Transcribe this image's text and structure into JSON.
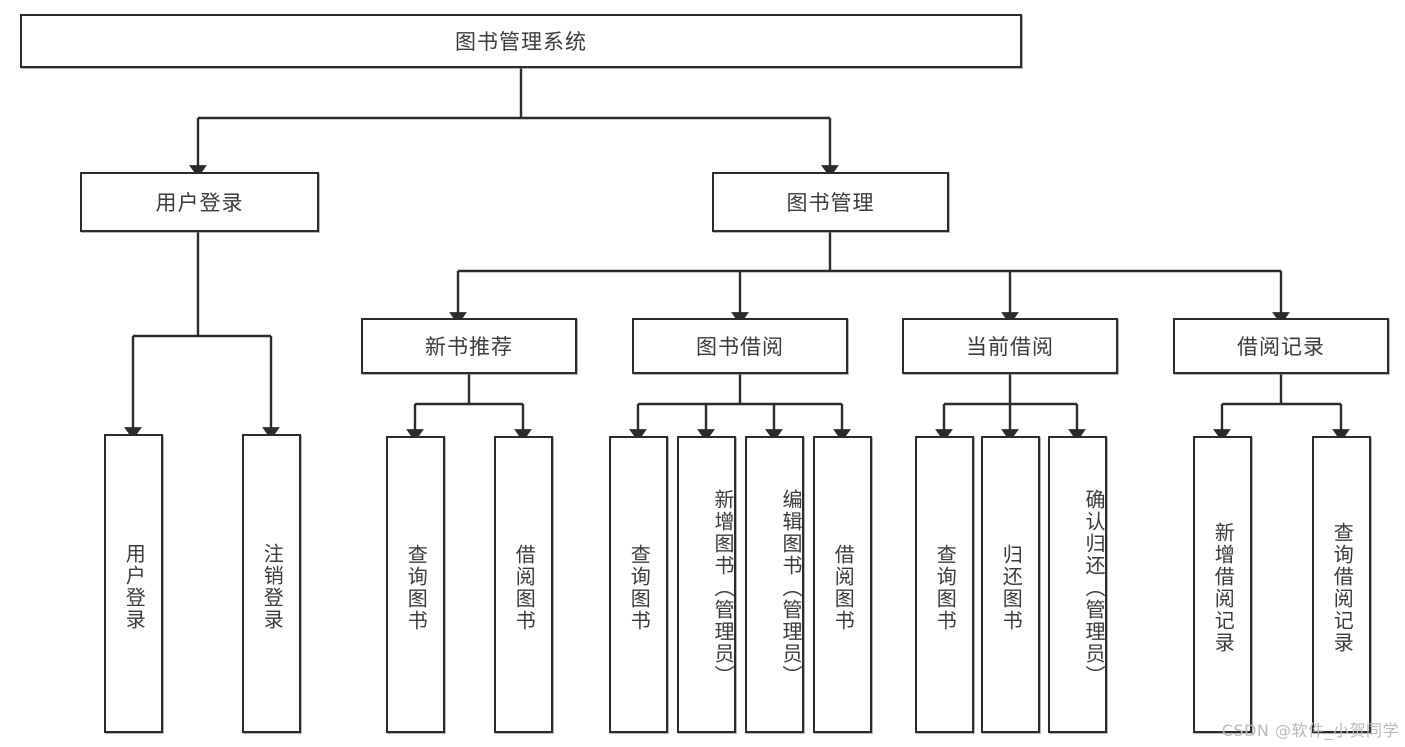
{
  "diagram": {
    "title": "图书管理系统",
    "type": "tree",
    "root": {
      "label": "图书管理系统"
    },
    "level1": [
      {
        "label": "用户登录"
      },
      {
        "label": "图书管理"
      }
    ],
    "level2": [
      {
        "label": "新书推荐",
        "parent": "图书管理"
      },
      {
        "label": "图书借阅",
        "parent": "图书管理"
      },
      {
        "label": "当前借阅",
        "parent": "图书管理"
      },
      {
        "label": "借阅记录",
        "parent": "图书管理"
      }
    ],
    "leaves": {
      "user_login": [
        {
          "label": "用户登录"
        },
        {
          "label": "注销登录"
        }
      ],
      "new_book_recommend": [
        {
          "label": "查询图书"
        },
        {
          "label": "借阅图书"
        }
      ],
      "book_borrow": [
        {
          "label": "查询图书"
        },
        {
          "label": "新增图书（管理员）"
        },
        {
          "label": "编辑图书（管理员）"
        },
        {
          "label": "借阅图书"
        }
      ],
      "current_borrow": [
        {
          "label": "查询图书"
        },
        {
          "label": "归还图书"
        },
        {
          "label": "确认归还（管理员）"
        }
      ],
      "borrow_record": [
        {
          "label": "新增借阅记录"
        },
        {
          "label": "查询借阅记录"
        }
      ]
    }
  },
  "watermark": {
    "text": "CSDN @软件_小贺同学"
  },
  "colors": {
    "stroke": "#2b2b2b",
    "box_fill": "#ffffff",
    "text": "#3a3a3a",
    "watermark": "#b9b9b9",
    "background": "#ffffff"
  }
}
